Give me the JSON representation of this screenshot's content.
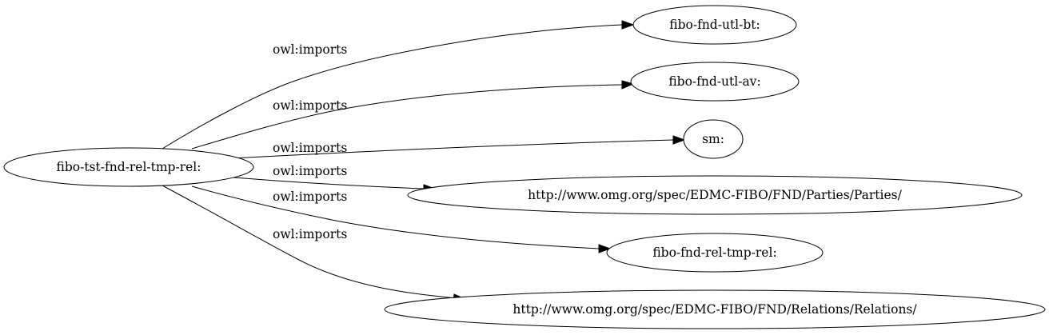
{
  "diagram": {
    "source_node": {
      "label": "fibo-tst-fnd-rel-tmp-rel:"
    },
    "target_nodes": [
      {
        "label": "fibo-fnd-utl-bt:"
      },
      {
        "label": "fibo-fnd-utl-av:"
      },
      {
        "label": "sm:"
      },
      {
        "label": "http://www.omg.org/spec/EDMC-FIBO/FND/Parties/Parties/"
      },
      {
        "label": "fibo-fnd-rel-tmp-rel:"
      },
      {
        "label": "http://www.omg.org/spec/EDMC-FIBO/FND/Relations/Relations/"
      }
    ],
    "edges": [
      {
        "label": "owl:imports"
      },
      {
        "label": "owl:imports"
      },
      {
        "label": "owl:imports"
      },
      {
        "label": "owl:imports"
      },
      {
        "label": "owl:imports"
      },
      {
        "label": "owl:imports"
      }
    ]
  }
}
